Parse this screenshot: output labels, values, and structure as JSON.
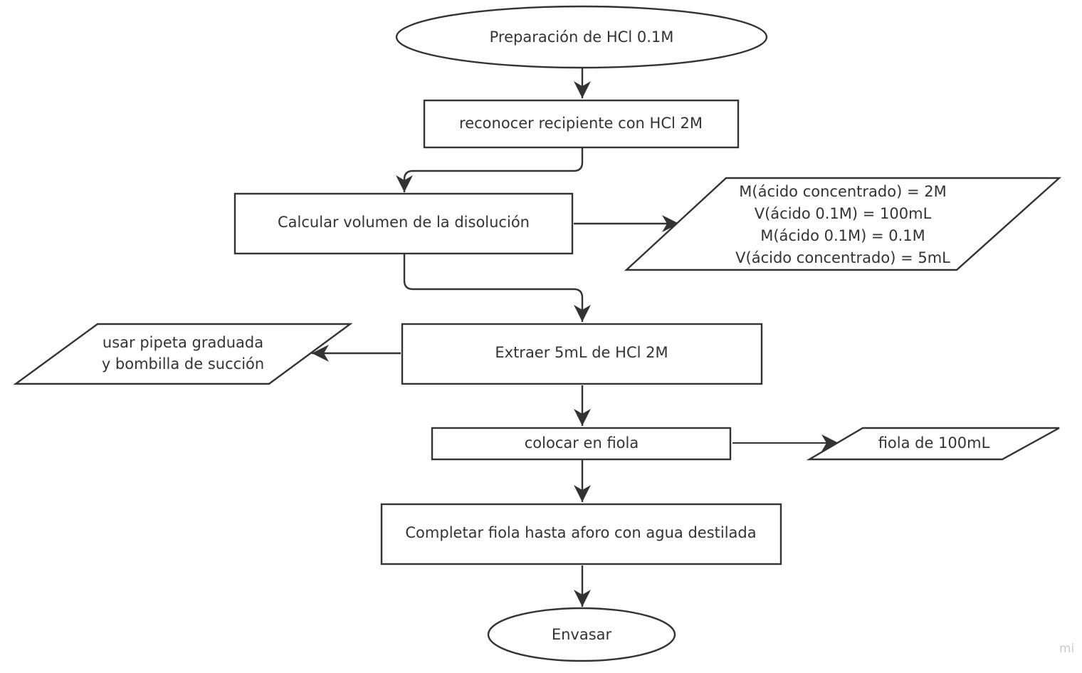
{
  "nodes": {
    "start": {
      "text": "Preparación de HCl 0.1M"
    },
    "recognize": {
      "text": "reconocer recipiente con HCl 2M"
    },
    "calculate": {
      "text": "Calcular volumen de la disolución"
    },
    "data": {
      "lines": [
        "M(ácido concentrado) = 2M",
        "V(ácido 0.1M) = 100mL",
        "M(ácido 0.1M) = 0.1M",
        "V(ácido concentrado) = 5mL"
      ]
    },
    "extract": {
      "text": "Extraer 5mL de HCl 2M"
    },
    "pipette": {
      "lines": [
        "usar pipeta graduada",
        "y bombilla de succión"
      ]
    },
    "place": {
      "text": "colocar en fiola"
    },
    "flask": {
      "text": "fiola de 100mL"
    },
    "complete": {
      "text": "Completar fiola hasta aforo con agua destilada"
    },
    "end": {
      "text": "Envasar"
    }
  },
  "watermark": "mi",
  "colors": {
    "line": "#333333",
    "fill": "#ffffff",
    "text": "#333333",
    "watermark": "#c9c9c9"
  }
}
